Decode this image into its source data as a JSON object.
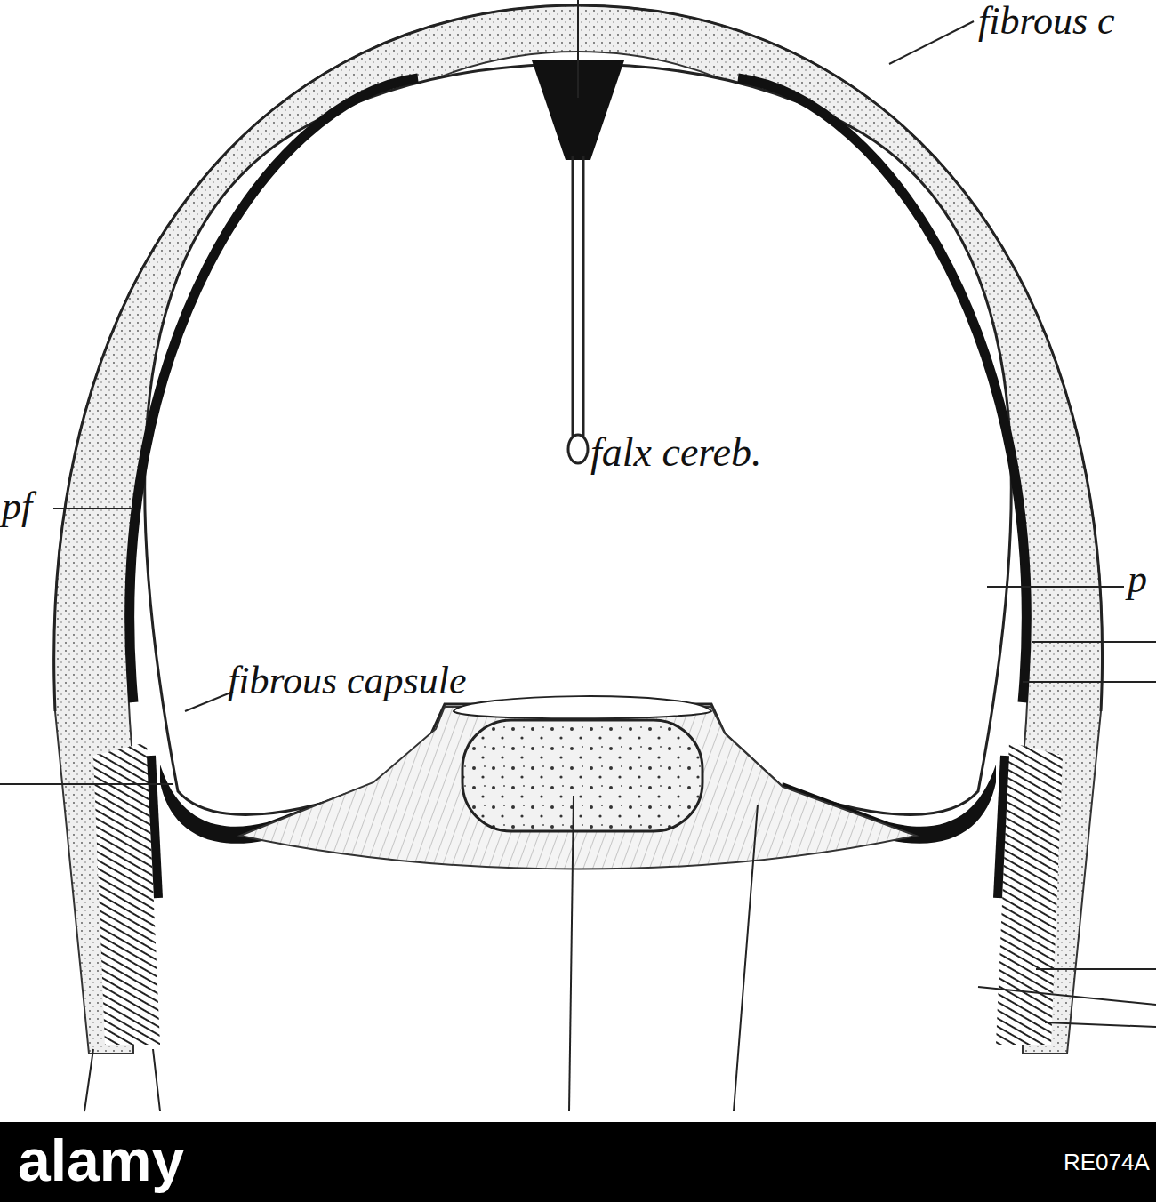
{
  "diagram": {
    "labels": [
      "fibrous c",
      "pf",
      "falx cereb.",
      "p",
      "fibrous capsule",
      "alamy",
      "RE074A"
    ]
  }
}
